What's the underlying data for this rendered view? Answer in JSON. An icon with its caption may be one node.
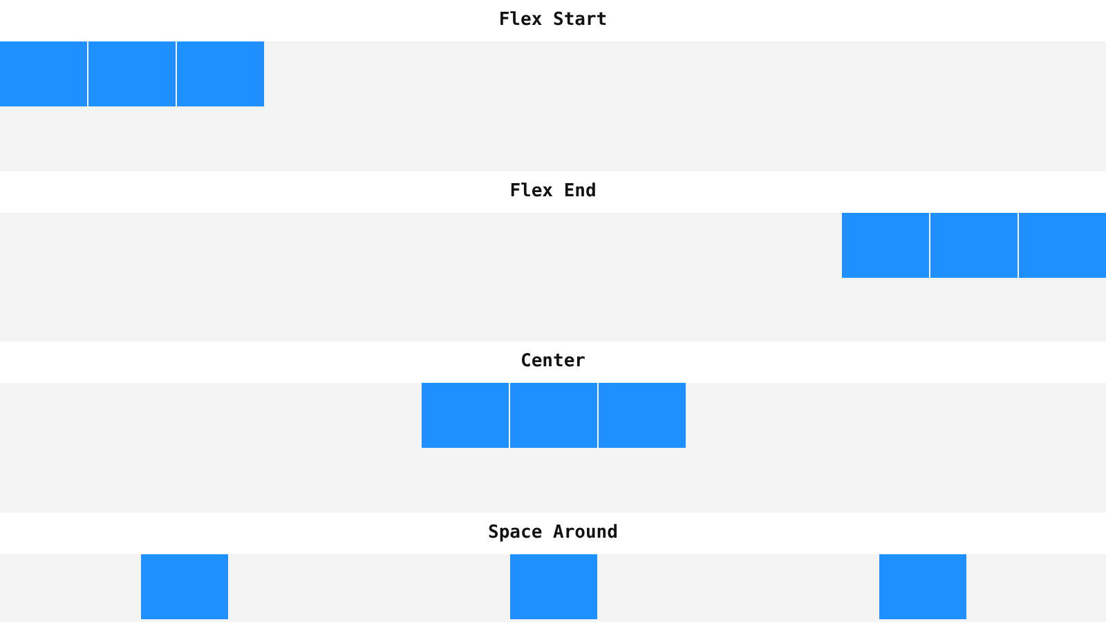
{
  "diagram": {
    "nodes": [
      {
        "text": [
          "Flex Start"
        ]
      },
      {
        "text": [],
        "shape": "box",
        "in": 0
      },
      {
        "text": [],
        "shape": "box",
        "in": 0
      },
      {
        "text": [],
        "shape": "box",
        "in": 0
      },
      {
        "text": [
          "Flex End"
        ]
      },
      {
        "text": [],
        "shape": "box",
        "in": 4
      },
      {
        "text": [],
        "shape": "box",
        "in": 4
      },
      {
        "text": [],
        "shape": "box",
        "in": 4
      },
      {
        "text": [
          "Center"
        ]
      },
      {
        "text": [],
        "shape": "box",
        "in": 8
      },
      {
        "text": [],
        "shape": "box",
        "in": 8
      },
      {
        "text": [],
        "shape": "box",
        "in": 8
      },
      {
        "text": [
          "Space Around"
        ]
      },
      {
        "text": [],
        "shape": "box",
        "in": 12
      },
      {
        "text": [],
        "shape": "box",
        "in": 12
      },
      {
        "text": [],
        "shape": "box",
        "in": 12
      }
    ]
  }
}
